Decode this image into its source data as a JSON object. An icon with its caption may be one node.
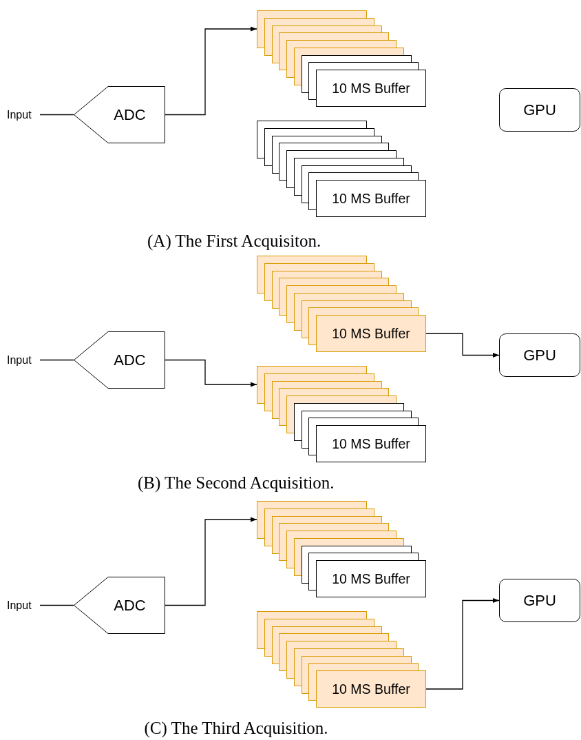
{
  "diagram": {
    "nodes": [
      {
        "text": [
          "Input"
        ]
      },
      {
        "text": [
          "ADC"
        ]
      },
      {
        "text": [],
        "shape": "box"
      },
      {
        "text": [],
        "shape": "box"
      },
      {
        "text": [],
        "shape": "box"
      },
      {
        "text": [],
        "shape": "box"
      },
      {
        "text": [],
        "shape": "box"
      },
      {
        "text": [],
        "shape": "box"
      },
      {
        "text": [],
        "shape": "box"
      },
      {
        "text": [],
        "shape": "box"
      },
      {
        "text": [
          "10 MS Buffer"
        ]
      },
      {
        "text": [],
        "shape": "box"
      },
      {
        "text": [],
        "shape": "box"
      },
      {
        "text": [],
        "shape": "box"
      },
      {
        "text": [],
        "shape": "box"
      },
      {
        "text": [],
        "shape": "box"
      },
      {
        "text": [],
        "shape": "box"
      },
      {
        "text": [],
        "shape": "box"
      },
      {
        "text": [],
        "shape": "box"
      },
      {
        "text": [
          "10 MS Buffer"
        ]
      },
      {
        "text": [
          "GPU"
        ]
      },
      {
        "text": [
          "Input"
        ]
      },
      {
        "text": [
          "ADC"
        ]
      },
      {
        "text": [],
        "shape": "box"
      },
      {
        "text": [],
        "shape": "box"
      },
      {
        "text": [],
        "shape": "box"
      },
      {
        "text": [],
        "shape": "box"
      },
      {
        "text": [],
        "shape": "box"
      },
      {
        "text": [],
        "shape": "box"
      },
      {
        "text": [],
        "shape": "box"
      },
      {
        "text": [],
        "shape": "box"
      },
      {
        "text": [
          "10 MS Buffer"
        ]
      },
      {
        "text": [],
        "shape": "box"
      },
      {
        "text": [],
        "shape": "box"
      },
      {
        "text": [],
        "shape": "box"
      },
      {
        "text": [],
        "shape": "box"
      },
      {
        "text": [],
        "shape": "box"
      },
      {
        "text": [],
        "shape": "box"
      },
      {
        "text": [],
        "shape": "box"
      },
      {
        "text": [],
        "shape": "box"
      },
      {
        "text": [
          "10 MS Buffer"
        ]
      },
      {
        "text": [
          "GPU"
        ]
      },
      {
        "text": [
          "Input"
        ]
      },
      {
        "text": [
          "ADC"
        ]
      },
      {
        "text": [],
        "shape": "box"
      },
      {
        "text": [],
        "shape": "box"
      },
      {
        "text": [],
        "shape": "box"
      },
      {
        "text": [],
        "shape": "box"
      },
      {
        "text": [],
        "shape": "box"
      },
      {
        "text": [],
        "shape": "box"
      },
      {
        "text": [],
        "shape": "box"
      },
      {
        "text": [],
        "shape": "box"
      },
      {
        "text": [
          "10 MS Buffer"
        ]
      },
      {
        "text": [],
        "shape": "box"
      },
      {
        "text": [],
        "shape": "box"
      },
      {
        "text": [],
        "shape": "box"
      },
      {
        "text": [],
        "shape": "box"
      },
      {
        "text": [],
        "shape": "box"
      },
      {
        "text": [],
        "shape": "box"
      },
      {
        "text": [],
        "shape": "box"
      },
      {
        "text": [],
        "shape": "box"
      },
      {
        "text": [
          "10 MS Buffer"
        ]
      },
      {
        "text": [
          "GPU"
        ]
      }
    ],
    "edges": [
      {
        "from": 0,
        "to": 1,
        "arrow": "none"
      },
      {
        "from": 1,
        "to": 2,
        "arrow": "to"
      },
      {
        "from": 21,
        "to": 22,
        "arrow": "none"
      },
      {
        "from": 22,
        "to": 32,
        "arrow": "to"
      },
      {
        "from": 31,
        "to": 41,
        "arrow": "to"
      },
      {
        "from": 42,
        "to": 43,
        "arrow": "none"
      },
      {
        "from": 43,
        "to": 44,
        "arrow": "to"
      },
      {
        "from": 61,
        "to": 62,
        "arrow": "to"
      }
    ],
    "labels": [
      "(A) The First Acquisiton.",
      "(B) The Second Acquisition.",
      "(C) The Third Acquisition."
    ]
  }
}
